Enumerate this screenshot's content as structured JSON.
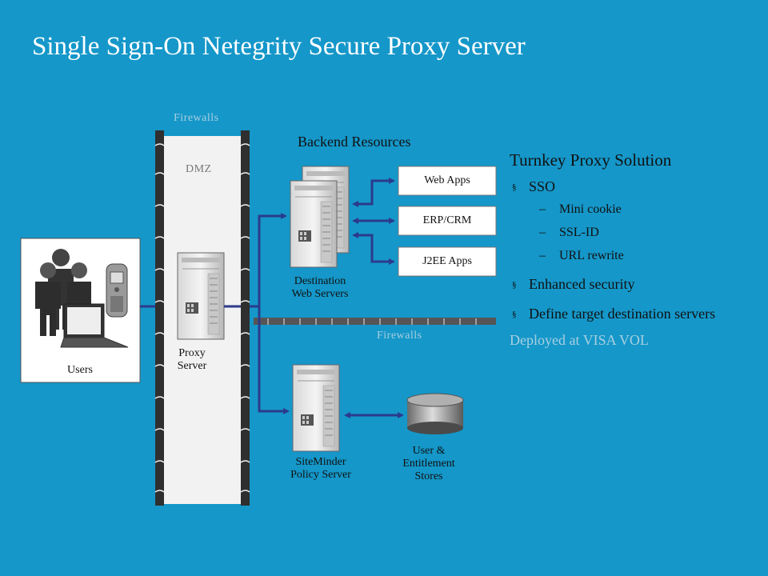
{
  "title": "Single Sign-On Netegrity Secure Proxy Server",
  "labels": {
    "firewalls_top": "Firewalls",
    "dmz": "DMZ",
    "backend_resources": "Backend Resources",
    "firewalls_mid": "Firewalls",
    "users": "Users",
    "proxy_server": [
      "Proxy",
      "Server"
    ],
    "destination_web_servers": [
      "Destination",
      "Web Servers"
    ],
    "siteminder": [
      "SiteMinder",
      "Policy Server"
    ],
    "user_stores": [
      "User &",
      "Entitlement",
      "Stores"
    ]
  },
  "resources": [
    "Web Apps",
    "ERP/CRM",
    "J2EE Apps"
  ],
  "bullets": {
    "heading": "Turnkey Proxy Solution",
    "items": [
      {
        "text": "SSO",
        "sub": [
          "Mini cookie",
          "SSL-ID",
          "URL rewrite"
        ]
      },
      {
        "text": "Enhanced security",
        "sub": []
      },
      {
        "text": "Define target destination servers",
        "sub": []
      }
    ],
    "marker": "§",
    "dash": "–",
    "deployed": "Deployed at VISA VOL"
  },
  "colors": {
    "background": "#1597c9",
    "connector": "#2b3b8c",
    "firewall": "#2f2f2f",
    "dmz_fill": "#f2f2f2",
    "faint_text": "#a9cfe0"
  }
}
